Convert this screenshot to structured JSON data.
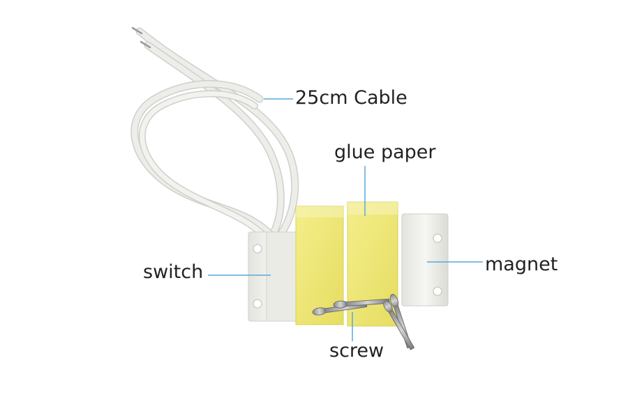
{
  "labels": {
    "cable": "25cm Cable",
    "glue_paper": "glue paper",
    "switch": "switch",
    "magnet": "magnet",
    "screw": "screw"
  },
  "colors": {
    "leader_line": "#5aa7dc",
    "wire": "#e8e8e4",
    "plastic": "#f2f2ee",
    "glue": "#efe87a",
    "screw": "#a8a8a8"
  }
}
